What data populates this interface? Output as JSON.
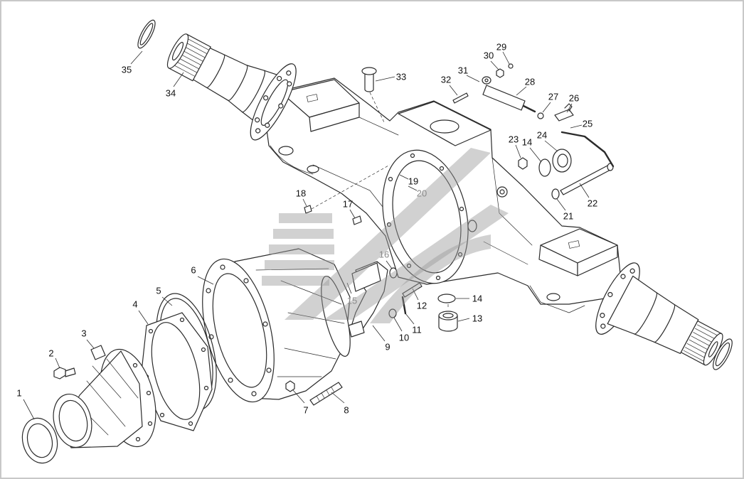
{
  "callouts": [
    "1",
    "2",
    "3",
    "4",
    "5",
    "6",
    "7",
    "8",
    "9",
    "10",
    "11",
    "12",
    "13",
    "14",
    "14",
    "15",
    "16",
    "17",
    "18",
    "19",
    "20",
    "21",
    "22",
    "23",
    "24",
    "25",
    "26",
    "27",
    "28",
    "29",
    "30",
    "31",
    "32",
    "33",
    "34",
    "35"
  ],
  "colors": {
    "line": "#2b2b2b",
    "label": "#111111",
    "faded_label": "#8a8a8a",
    "watermark": "#9a9a9a"
  }
}
